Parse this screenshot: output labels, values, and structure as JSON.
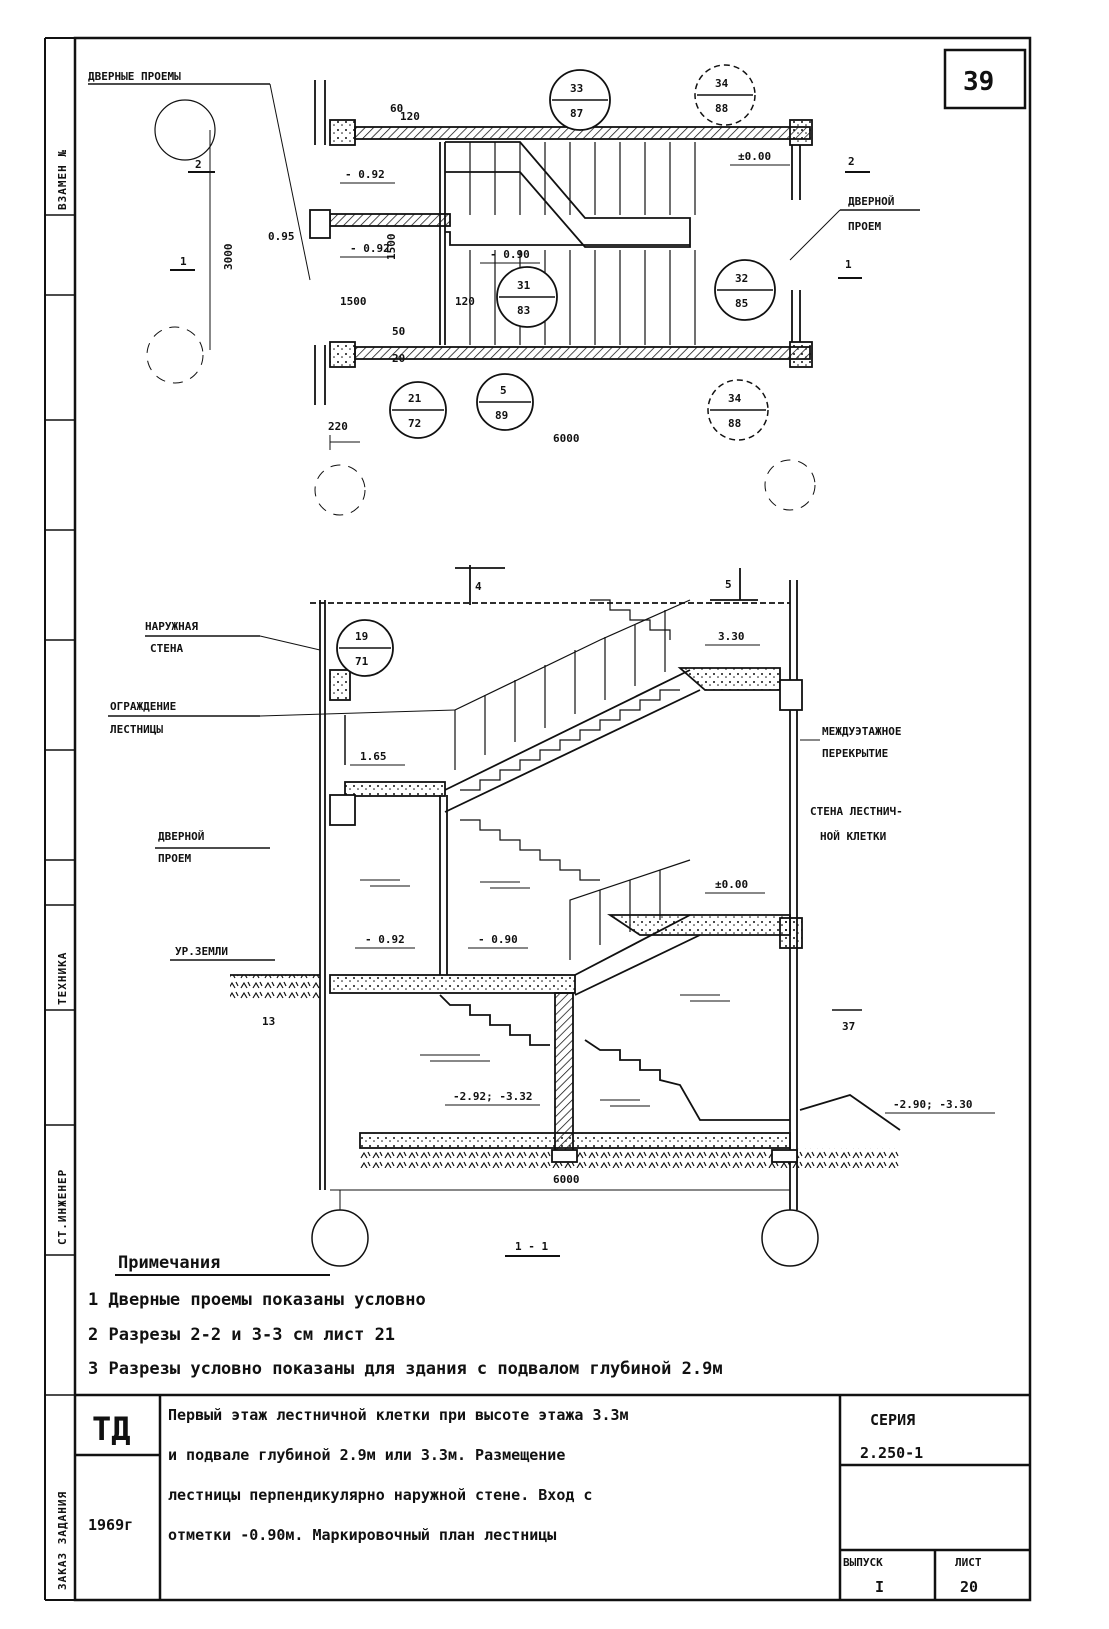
{
  "sheet_number": "39",
  "side_strip": {
    "upper": "ВЗАМЕН №",
    "middle_1": "СТ.ИНЖЕНЕР",
    "middle_2": "ТЕХНИКА",
    "lower": "ЗАКАЗ ЗАДАНИЯ"
  },
  "plan": {
    "labels": {
      "door_openings_top": "ДВЕРНЫЕ ПРОЕМЫ",
      "door_opening_right_1": "ДВЕРНОЙ",
      "door_opening_right_2": "ПРОЕМ"
    },
    "section_marks": {
      "left_top": "2",
      "left_mid": "1",
      "right_top": "2",
      "right_mid": "1"
    },
    "dimensions": {
      "dim_3000": "3000",
      "dim_1500": "1500",
      "dim_6000": "6000",
      "dim_220": "220",
      "dim_120a": "120",
      "dim_120b": "120",
      "dim_60": "60",
      "dim_50": "50",
      "dim_20": "20",
      "dim_1500b": "1500"
    },
    "levels": {
      "lvl_092_top": "- 0.92",
      "lvl_090_mid": "- 0.90",
      "lvl_095": "0.95",
      "lvl_092_mid": "- 0.92",
      "lvl_000": "±0.00"
    },
    "callouts": [
      {
        "top": "33",
        "bottom": "87"
      },
      {
        "top": "34",
        "bottom": "88"
      },
      {
        "top": "31",
        "bottom": "83"
      },
      {
        "top": "32",
        "bottom": "85"
      },
      {
        "top": "21",
        "bottom": "72"
      },
      {
        "top": "5",
        "bottom": "89"
      },
      {
        "top": "34",
        "bottom": "88"
      }
    ]
  },
  "section": {
    "axis_left": "4",
    "axis_right": "5",
    "labels": {
      "outer_wall_1": "НАРУЖНАЯ",
      "outer_wall_2": "СТЕНА",
      "railing_1": "ОГРАЖДЕНИЕ",
      "railing_2": "ЛЕСТНИЦЫ",
      "door_1": "ДВЕРНОЙ",
      "door_2": "ПРОЕМ",
      "ground_level": "УР.ЗЕМЛИ",
      "floor_slab_1": "МЕЖДУЭТАЖНОЕ",
      "floor_slab_2": "ПЕРЕКРЫТИЕ",
      "stair_wall_1": "СТЕНА ЛЕСТНИЧ-",
      "stair_wall_2": "НОЙ КЛЕТКИ"
    },
    "callout": {
      "top": "19",
      "bottom": "71"
    },
    "levels": {
      "lvl_330": "3.30",
      "lvl_165": "1.65",
      "lvl_000": "±0.00",
      "lvl_092": "- 0.92",
      "lvl_090": "- 0.90",
      "lvl_basement": "-2.92; -3.32",
      "lvl_outside": "-2.90; -3.30"
    },
    "marks": {
      "mark_13": "13",
      "mark_37": "37"
    },
    "dim_bottom": "6000",
    "title": "1 - 1"
  },
  "notes": {
    "heading": "Примечания",
    "items": [
      "1 Дверные проемы показаны условно",
      "2 Разрезы 2-2 и 3-3 см лист 21",
      "3 Разрезы условно показаны для здания с подвалом глубиной 2.9м"
    ]
  },
  "title_block": {
    "org": "ТД",
    "year": "1969г",
    "description_lines": [
      "Первый этаж лестничной клетки при высоте этажа 3.3м",
      "и подвале глубиной 2.9м или 3.3м. Размещение",
      "лестницы перпендикулярно наружной стене. Вход с",
      "отметки -0.90м. Маркировочный план лестницы"
    ],
    "series_label": "СЕРИЯ",
    "series_value": "2.250-1",
    "issue_label": "ВЫПУСК",
    "issue_value": "I",
    "sheet_label": "ЛИСТ",
    "sheet_value": "20"
  }
}
